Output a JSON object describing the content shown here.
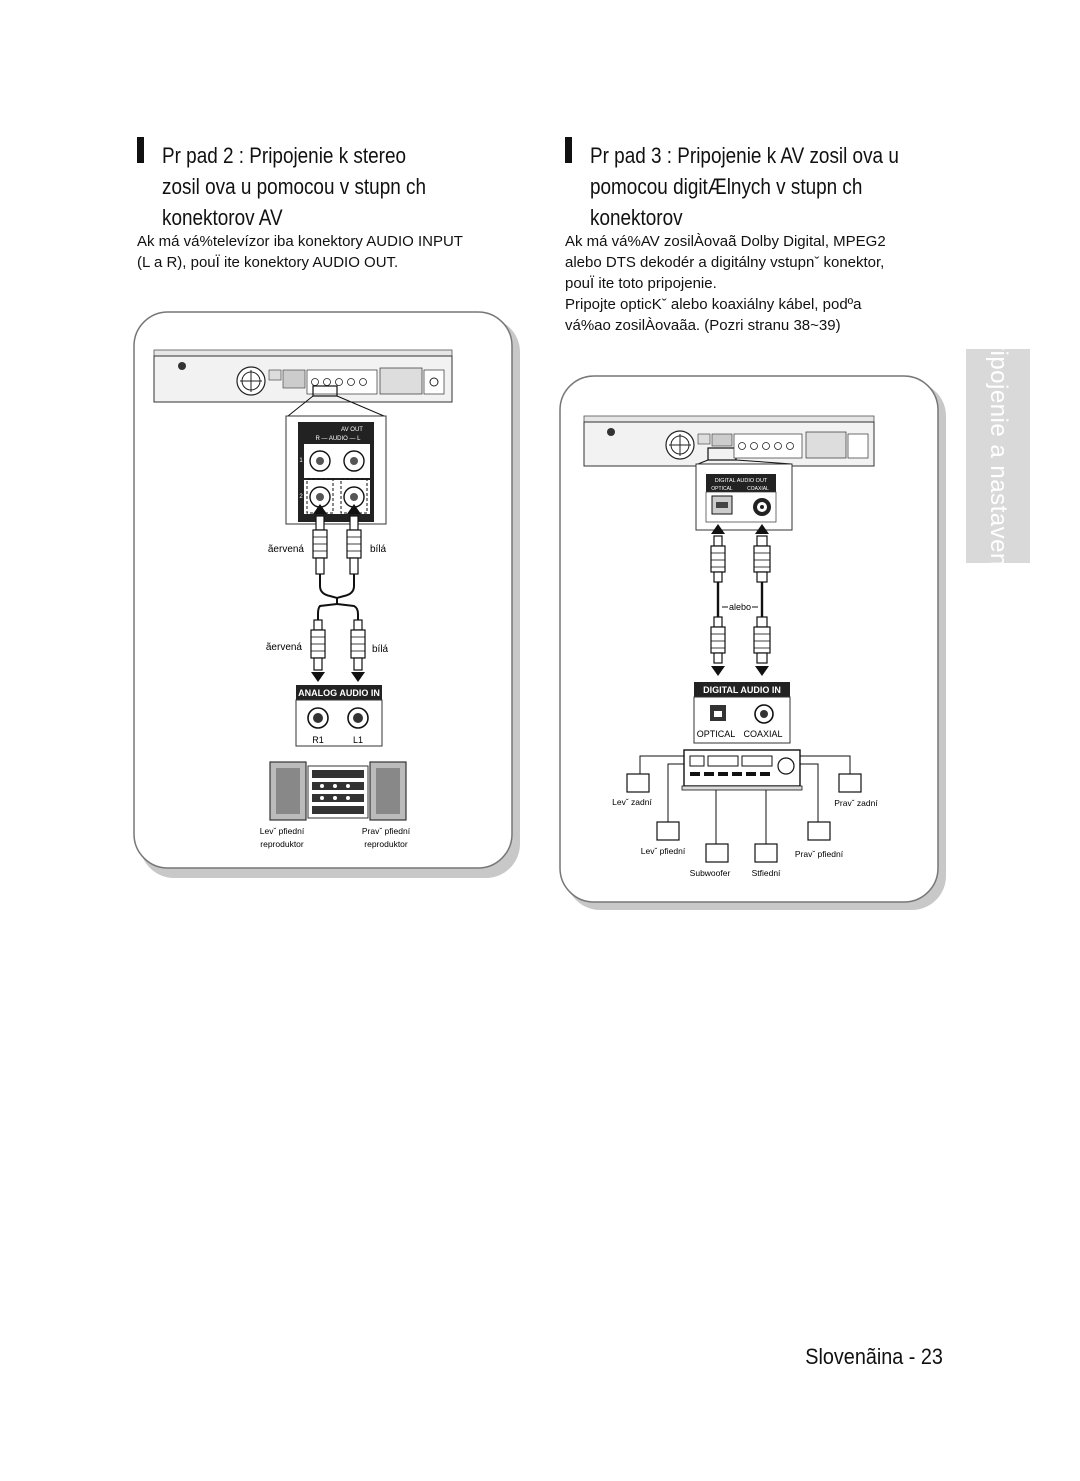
{
  "left": {
    "heading": [
      "Pr pad 2 : Pripojenie k stereo",
      "zosil   ova  u pomocou v stupn ch",
      "konektorov AV"
    ],
    "body": [
      "Ak má vá%televízor iba konektory AUDIO INPUT",
      "(L a R), pouÏ ite konektory AUDIO OUT."
    ],
    "diagram": {
      "av_out": "AV OUT",
      "audio_label": "R — AUDIO — L",
      "row_1": "1",
      "row_2": "2",
      "red_label_1": "ãervená",
      "white_label_1": "bílá",
      "red_label_2": "ãervená",
      "white_label_2": "bílá",
      "analog_audio_in": "ANALOG   AUDIO IN",
      "r1": "R1",
      "l1": "L1",
      "left_front_speaker": [
        "Levˇ  pfiední",
        "reproduktor"
      ],
      "right_front_speaker": [
        "Pravˇ  pfiední",
        "reproduktor"
      ]
    }
  },
  "right": {
    "heading": [
      "Pr pad 3 : Pripojenie k AV zosil    ova  u",
      "pomocou digitÆlnych v stupn ch",
      "konektorov"
    ],
    "body": [
      "Ak má vá%AV zosilÀovaã Dolby Digital, MPEG2",
      "alebo DTS dekodér a digitálny vstupnˇ  konektor,",
      "pouÏ ite toto pripojenie.",
      "Pripojte opticKˇ  alebo koaxiálny kábel, podºa",
      "vá%ao zosilÀovaãa. (Pozri stranu 38~39)"
    ],
    "diagram": {
      "digital_audio_out": "DIGITAL AUDIO OUT",
      "optical_small": "OPTICAL",
      "coaxial_small": "COAXIAL",
      "alebo": "alebo",
      "digital_audio_in": "DIGITAL AUDIO IN",
      "optical": "OPTICAL",
      "coaxial": "COAXIAL",
      "left_rear": "Levˇ  zadní",
      "right_rear": "Pravˇ  zadní",
      "left_front": "Levˇ  pfiední",
      "right_front": "Pravˇ  pfiední",
      "subwoofer": "Subwoofer",
      "center": "Stfiední"
    }
  },
  "side_tab": "Pripojenie a nastavenie",
  "page_number": "Slovenãina - 23"
}
